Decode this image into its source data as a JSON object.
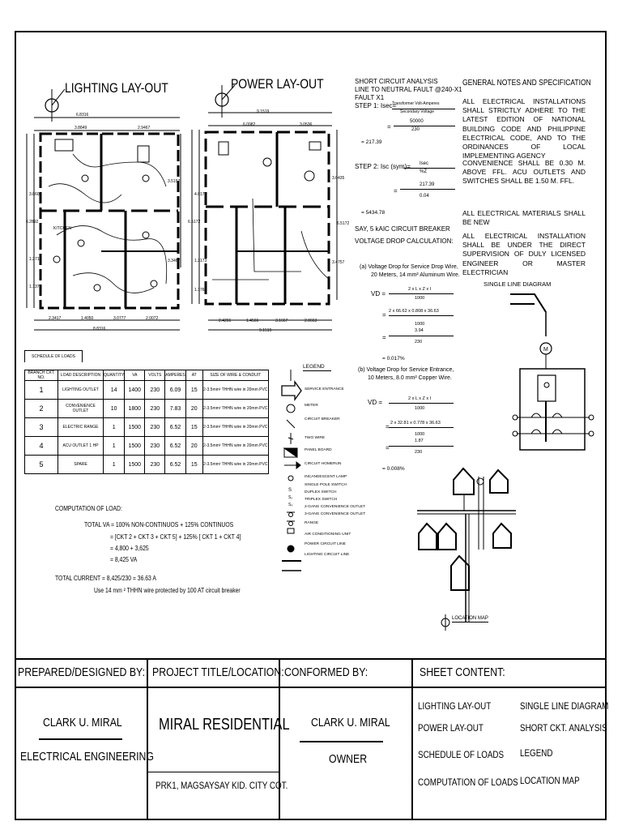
{
  "lighting": {
    "title": "LIGHTING LAY-OUT",
    "dims_top": [
      "6.8316",
      "3.8849",
      "2.9467"
    ],
    "dims_left": [
      "3.8608",
      "6.2892",
      "1.2712",
      "1.1374"
    ],
    "dims_right": [
      "3.5157",
      "3.3467"
    ],
    "dims_bottom": [
      "2.3417",
      "1.4050",
      "3.0777",
      "2.0072",
      "8.8316"
    ],
    "room_label": "KITCHEN"
  },
  "power": {
    "title": "POWER LAY-OUT",
    "dims_top": [
      "9.1519",
      "6.0982",
      "3.0536"
    ],
    "dims_left": [
      "4.0173",
      "6.5172",
      "1.3173",
      "1.1766"
    ],
    "dims_right": [
      "3.0435",
      "6.5172",
      "3.4757"
    ],
    "dims_bottom": [
      "2.4266",
      "1.4566",
      "3.1667",
      "2.0663",
      "9.1519"
    ]
  },
  "schedule": {
    "title": "SCHEDULE OF LOADS",
    "headers": [
      "BRANCH CKT. NO.",
      "LOAD DESCRIPTION",
      "QUANTITY",
      "VA",
      "VOLTS",
      "AMPERES",
      "AT",
      "SIZE OF WIRE & CONDUIT"
    ],
    "rows": [
      [
        "1",
        "LIGHTING OUTLET",
        "14",
        "1400",
        "230",
        "6.09",
        "15",
        "2-3.5mm² THHN wire in 20mm PVC"
      ],
      [
        "2",
        "CONVENIENCE OUTLET",
        "10",
        "1800",
        "230",
        "7.83",
        "20",
        "2-3.5mm² THHN wire in 20mm PVC"
      ],
      [
        "3",
        "ELECTRIC RANGE",
        "1",
        "1500",
        "230",
        "6.52",
        "15",
        "2-3.5mm² THHN wire in 20mm PVC"
      ],
      [
        "4",
        "ACU OUTLET 1 HP",
        "1",
        "1500",
        "230",
        "6.52",
        "20",
        "2-3.5mm² THHN wire in 20mm PVC"
      ],
      [
        "5",
        "SPARE",
        "1",
        "1500",
        "230",
        "6.52",
        "15",
        "2-3.5mm² THHN wire in 20mm PVC"
      ]
    ]
  },
  "computation": {
    "title": "COMPUTATION OF LOAD:",
    "line1": "TOTAL VA = 100% NON-CONTINUOS + 125% CONTINUOS",
    "line2": "= [CKT 2 + CKT 3 + CKT 5] + 125% [ CKT 1 + CKT 4]",
    "line3": "= 4,800 + 3,625",
    "line4": "= 8,425 VA",
    "line5": "TOTAL CURRENT = 8,425/230 = 36.63 A",
    "line6": "Use 14 mm ² THHN wire protected by 100 AT circuit breaker"
  },
  "legend": {
    "title": "LEGEND",
    "items": [
      "SERVICE ENTRANCE",
      "METER",
      "CIRCUIT BREAKER",
      "TWO WIRE",
      "PANEL BOARD",
      "CIRCUIT HOMERUN",
      "INCANDESCENT LAMP",
      "SINGLE POLE SWITCH",
      "DUPLEX SWITCH",
      "TRIPLEX SWITCH",
      "2-GANG CONVENIENCE OUTLET",
      "3-GANG CONVENIENCE OUTLET",
      "RANGE",
      "AIR CONDITIONING UNIT",
      "POWER CIRCUIT LINE",
      "LIGHTING CIRCUIT LINE"
    ]
  },
  "short_circuit": {
    "l1": "SHORT CIRCUIT ANALYSIS",
    "l2": "LINE TO NEUTRAL FAULT @240-X1",
    "l3": "FAULT X1",
    "step1": "STEP 1: Isec=",
    "frac1_num": "Transformer Volt-Amperes",
    "frac1_den": "Secondary Voltage",
    "frac2_num": "50000",
    "frac2_den": "230",
    "res1": "= 217.39",
    "step2": "STEP 2: Isc (sym)=",
    "frac3_num": "Isec",
    "frac3_den": "%Z",
    "frac4_num": "217.39",
    "frac4_den": "0.04",
    "res2": "= 5434.78",
    "say1": "SAY, 5 kAIC CIRCUIT BREAKER",
    "say2": "VOLTAGE DROP CALCULATION:",
    "a1": "(a)   Voltage Drop for Service Drop Wire,",
    "a2": "20 Meters, 14 mm² Aluminum Wire.",
    "vd": "VD =",
    "a_f1n": "2 x L x Z x I",
    "a_f1d": "1000",
    "a_f2n": "2 x 66.62 x 0.808 x 36.63",
    "a_f2d": "1000",
    "a_f3n": "3.94",
    "a_f3d": "230",
    "a_res": "= 0.017%",
    "b1": "(b)   Voltage Drop for Service Entrance,",
    "b2": "10 Meters, 8.0 mm² Copper Wire.",
    "b_f1n": "2 x L x Z x I",
    "b_f1d": "1000",
    "b_f2n": "2 x 32.81 x 0.778 x 36.63",
    "b_f2d": "1000",
    "b_f3n": "1.87",
    "b_f3d": "230",
    "b_res": "= 0.008%",
    "eq": "="
  },
  "notes": {
    "title": "GENERAL NOTES AND SPECIFICATION",
    "n1": "ALL ELECTRICAL INSTALLATIONS SHALL STRICTLY ADHERE TO THE LATEST EDITION OF NATIONAL BUILDING CODE AND PHILIPPINE ELECTRICAL CODE, AND TO THE ORDINANCES OF LOCAL IMPLEMENTING AGENCY",
    "n2": "CONVENIENCE SHALL BE 0.30 M. ABOVE FFL. ACU OUTLETS AND SWITCHES SHALL BE 1.50 M. FFL.",
    "n3": "ALL ELECTRICAL MATERIALS SHALL BE NEW",
    "n4": "ALL ELECTRICAL INSTALLATION SHALL BE UNDER THE DIRECT SUPERVISION OF DULY LICENSED ENGINEER OR MASTER ELECTRICIAN"
  },
  "single_line": {
    "title": "SINGLE LINE DIAGRAM",
    "meter": "M"
  },
  "location": {
    "title": "LOCATION MAP"
  },
  "title_block": {
    "prepared_label": "PREPARED/DESIGNED BY:",
    "project_label": "PROJECT TITLE/LOCATION:",
    "conformed_label": "CONFORMED BY:",
    "sheet_label": "SHEET CONTENT:",
    "designer_name": "CLARK U. MIRAL",
    "designer_role": "ELECTRICAL ENGINEERING",
    "project_title": "MIRAL RESIDENTIAL",
    "project_location": "PRK1, MAGSAYSAY KID. CITY COT.",
    "owner_name": "CLARK U. MIRAL",
    "owner_role": "OWNER",
    "contents": [
      "LIGHTING LAY-OUT",
      "SINGLE LINE DIAGRAM",
      "POWER LAY-OUT",
      "SHORT CKT. ANALYSIS",
      "SCHEDULE OF LOADS",
      "LEGEND",
      "COMPUTATION OF LOADS",
      "LOCATION MAP"
    ]
  }
}
